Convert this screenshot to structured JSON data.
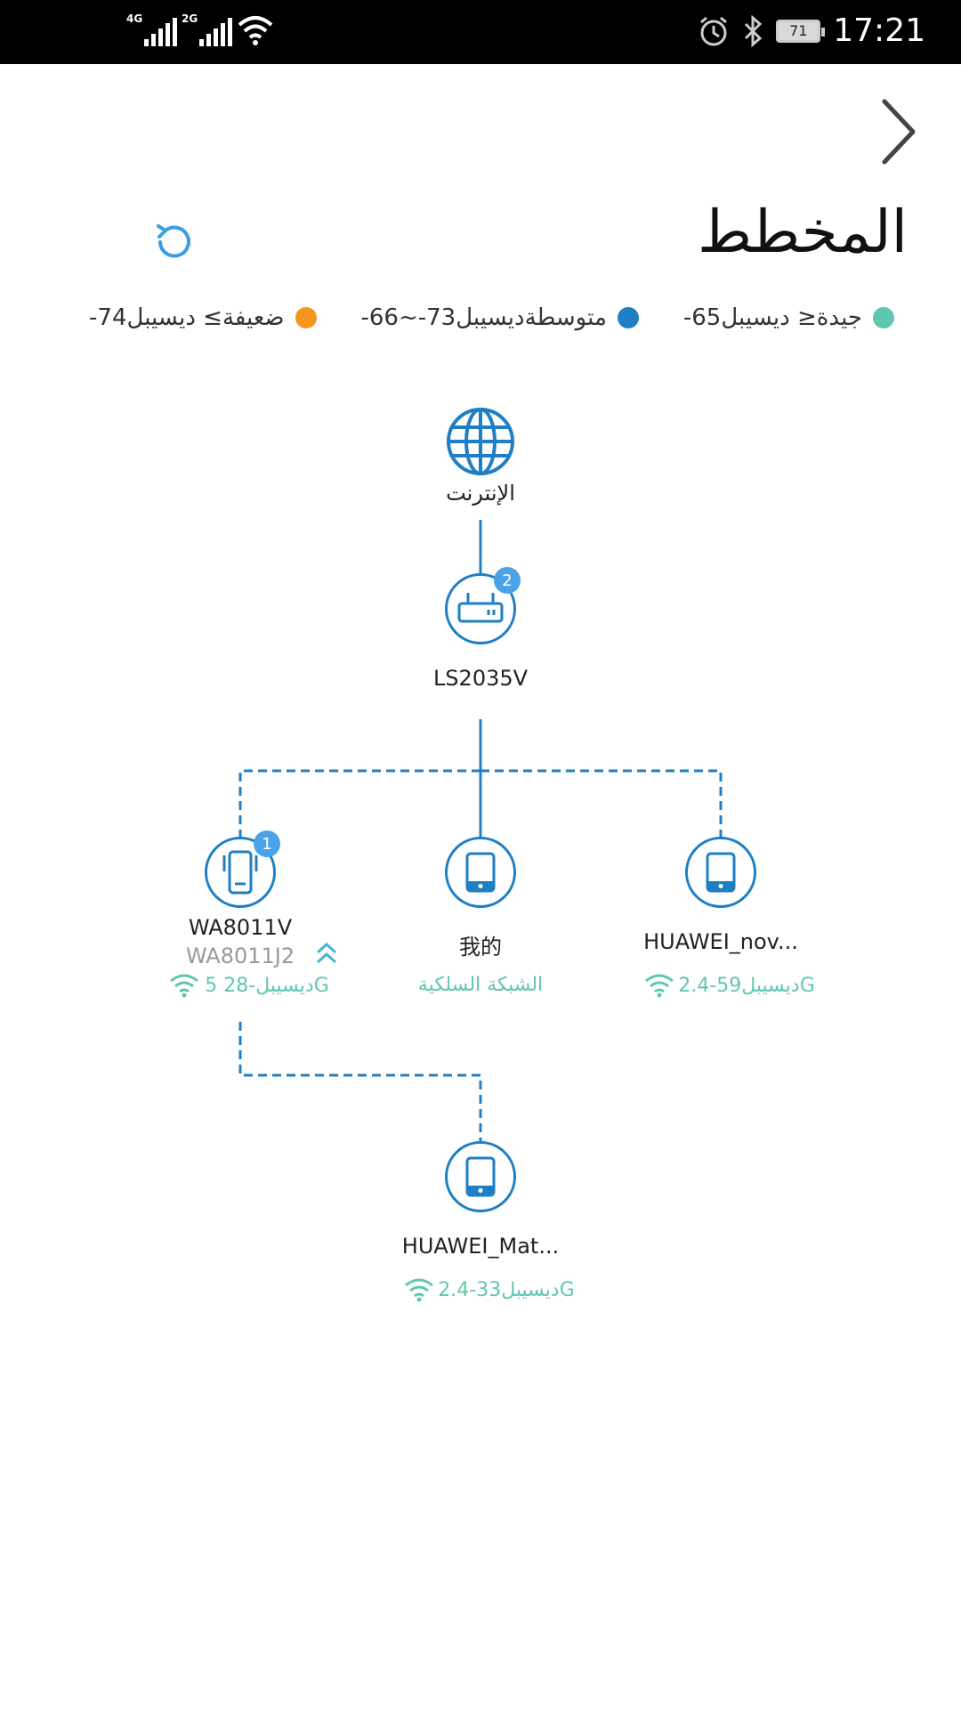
{
  "status_bar": {
    "network1": "4G",
    "network2": "2G",
    "battery": "71",
    "time": "17:21"
  },
  "header": {
    "title": "المخطط"
  },
  "legend": [
    {
      "label": "جيدة≤ ديسيبل65-",
      "color": "#5fc7b0"
    },
    {
      "label": "متوسطةديسيبل73-~66-",
      "color": "#1f7fc4"
    },
    {
      "label": "ضعيفة≥ ديسيبل74-",
      "color": "#f5961e"
    }
  ],
  "topology": {
    "internet": {
      "label": "الإنترنت"
    },
    "router": {
      "label": "LS2035V",
      "badge": "2"
    },
    "repeater": {
      "label": "WA8011V",
      "sublabel": "WA8011J2",
      "signal": "ديسيبل-28  5G",
      "badge": "1"
    },
    "wired_device": {
      "label": "我的",
      "sublabel": "الشبكة السلكية"
    },
    "wifi_device": {
      "label": "HUAWEI_nov...",
      "signal": "ديسيبل59-2.4G"
    },
    "child_device": {
      "label": "HUAWEI_Mat...",
      "signal": "ديسيبل33-2.4G"
    }
  }
}
